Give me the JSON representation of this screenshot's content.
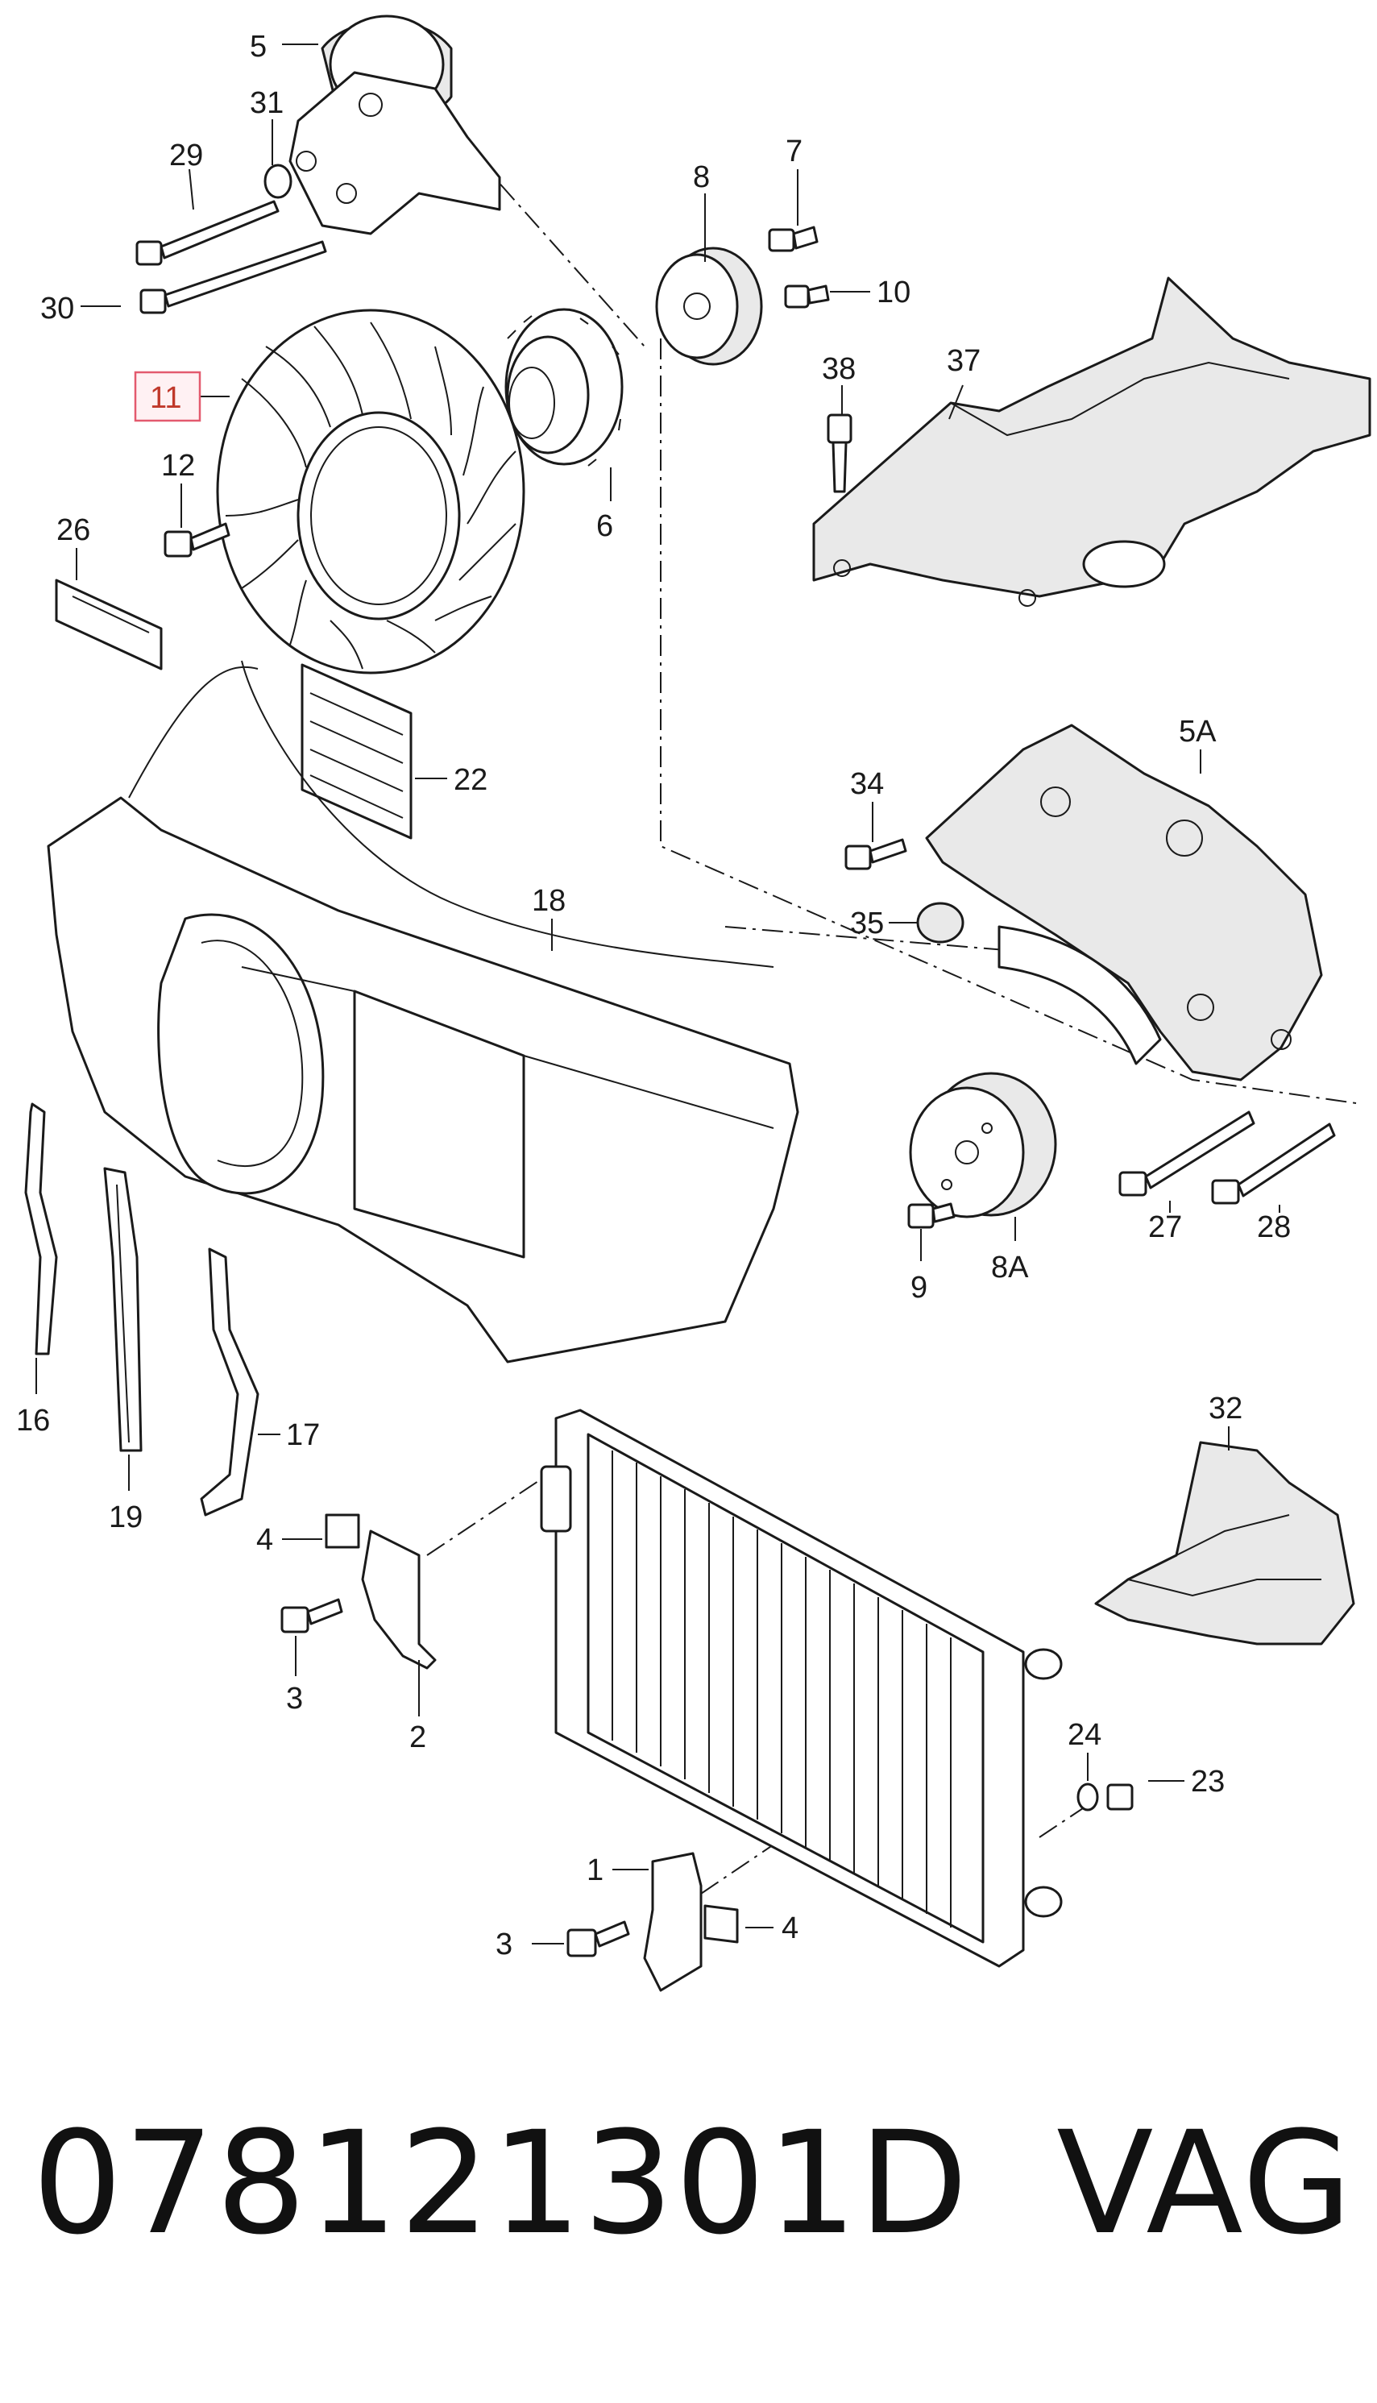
{
  "diagram": {
    "highlight_color": "#e35a6e",
    "callouts": [
      {
        "id": "5",
        "text": "5"
      },
      {
        "id": "31",
        "text": "31"
      },
      {
        "id": "29",
        "text": "29"
      },
      {
        "id": "30",
        "text": "30"
      },
      {
        "id": "8",
        "text": "8"
      },
      {
        "id": "7",
        "text": "7"
      },
      {
        "id": "10",
        "text": "10"
      },
      {
        "id": "11",
        "text": "11"
      },
      {
        "id": "12",
        "text": "12"
      },
      {
        "id": "6",
        "text": "6"
      },
      {
        "id": "38",
        "text": "38"
      },
      {
        "id": "37",
        "text": "37"
      },
      {
        "id": "26",
        "text": "26"
      },
      {
        "id": "22",
        "text": "22"
      },
      {
        "id": "5A",
        "text": "5A"
      },
      {
        "id": "34",
        "text": "34"
      },
      {
        "id": "18",
        "text": "18"
      },
      {
        "id": "35",
        "text": "35"
      },
      {
        "id": "27",
        "text": "27"
      },
      {
        "id": "28",
        "text": "28"
      },
      {
        "id": "9",
        "text": "9"
      },
      {
        "id": "8A",
        "text": "8A"
      },
      {
        "id": "16",
        "text": "16"
      },
      {
        "id": "17",
        "text": "17"
      },
      {
        "id": "19",
        "text": "19"
      },
      {
        "id": "32",
        "text": "32"
      },
      {
        "id": "4a",
        "text": "4"
      },
      {
        "id": "3a",
        "text": "3"
      },
      {
        "id": "2",
        "text": "2"
      },
      {
        "id": "24",
        "text": "24"
      },
      {
        "id": "23",
        "text": "23"
      },
      {
        "id": "1",
        "text": "1"
      },
      {
        "id": "3b",
        "text": "3"
      },
      {
        "id": "4b",
        "text": "4"
      }
    ]
  },
  "footer": {
    "part_number": "078121301D",
    "brand": "VAG"
  }
}
